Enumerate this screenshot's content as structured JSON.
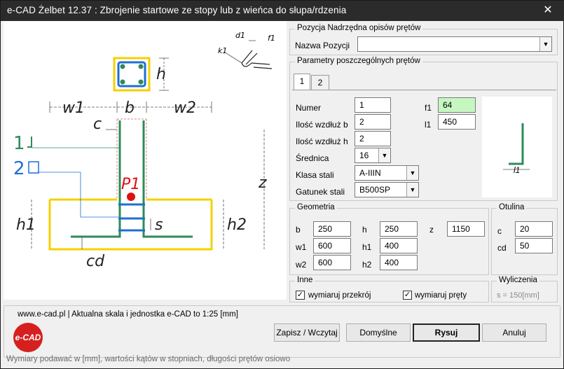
{
  "window": {
    "title": "e-CAD Żelbet 12.37 : Zbrojenie startowe ze stopy lub z wieńca do słupa/rdzenia",
    "close": "✕"
  },
  "drawing": {
    "labels": {
      "w1": "w1",
      "b": "b",
      "w2": "w2",
      "h": "h",
      "c": "c",
      "z": "z",
      "h1": "h1",
      "h2": "h2",
      "cd": "cd",
      "s": "s",
      "p1": "P1",
      "rod1": "1",
      "rod2": "2",
      "d1": "d1",
      "f1": "f1",
      "k1": "k1"
    },
    "colors": {
      "yellow": "#f5d000",
      "rebar": "#2e8b57",
      "stirrup": "#1e6fd0",
      "point": "#e01010",
      "dim": "#555555"
    }
  },
  "parent_position": {
    "legend": "Pozycja Nadrzędna opisów prętów",
    "name_label": "Nazwa Pozycji",
    "value": ""
  },
  "bar_params": {
    "legend": "Parametry poszczególnych prętów",
    "tabs": [
      "1",
      "2"
    ],
    "numer_label": "Numer",
    "numer": "1",
    "count_b_label": "Ilość wzdłuż b",
    "count_b": "2",
    "count_h_label": "Ilość wzdłuż h",
    "count_h": "2",
    "diameter_label": "Średnica",
    "diameter": "16",
    "steel_class_label": "Klasa stali",
    "steel_class": "A-IIIN",
    "steel_grade_label": "Gatunek stali",
    "steel_grade": "B500SP",
    "f1_label": "f1",
    "f1": "64",
    "l1_label": "l1",
    "l1": "450",
    "preview_label": "l1"
  },
  "geometry": {
    "legend": "Geometria",
    "b_label": "b",
    "b": "250",
    "h_label": "h",
    "h": "250",
    "z_label": "z",
    "z": "1150",
    "w1_label": "w1",
    "w1": "600",
    "h1_label": "h1",
    "h1": "400",
    "w2_label": "w2",
    "w2": "600",
    "h2_label": "h2",
    "h2": "400"
  },
  "cover": {
    "legend": "Otulina",
    "c_label": "c",
    "c": "20",
    "cd_label": "cd",
    "cd": "50"
  },
  "other": {
    "legend": "Inne",
    "dim_section_label": "wymiaruj przekrój",
    "dim_section_checked": "✓",
    "dim_bars_label": "wymiaruj pręty",
    "dim_bars_checked": "✓"
  },
  "calc": {
    "legend": "Wyliczenia",
    "result": "s = 150[mm]"
  },
  "footer": {
    "scale_text": "www.e-cad.pl | Aktualna skala i jednostka e-CAD to 1:25 [mm]",
    "logo_text": "e-CAD",
    "save_button": "Zapisz / Wczytaj",
    "default_button": "Domyślne",
    "draw_button": "Rysuj",
    "cancel_button": "Anuluj",
    "status": "Wymiary podawać w [mm], wartości kątów w stopniach, długości prętów osiowo"
  }
}
